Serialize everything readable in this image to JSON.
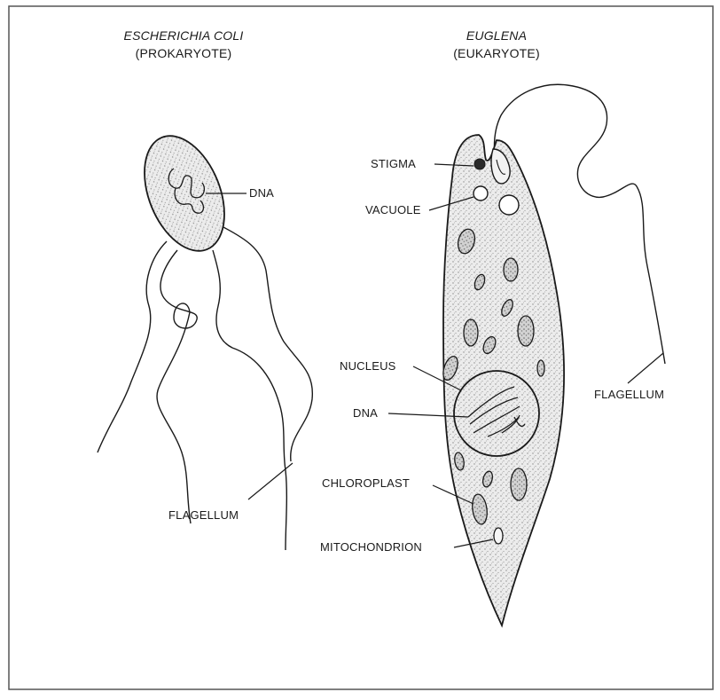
{
  "ecoli": {
    "name": "ESCHERICHIA COLI",
    "kind": "(PROKARYOTE)",
    "labels": {
      "dna": "DNA",
      "flagellum": "FLAGELLUM"
    }
  },
  "euglena": {
    "name": "EUGLENA",
    "kind": "(EUKARYOTE)",
    "labels": {
      "stigma": "STIGMA",
      "vacuole": "VACUOLE",
      "nucleus": "NUCLEUS",
      "dna": "DNA",
      "chloroplast": "CHLOROPLAST",
      "mitochondrion": "MITOCHONDRION",
      "flagellum": "FLAGELLUM"
    }
  },
  "colors": {
    "ink": "#1a1a1a",
    "frame": "#555555",
    "stipple": "#d9d9d9"
  }
}
